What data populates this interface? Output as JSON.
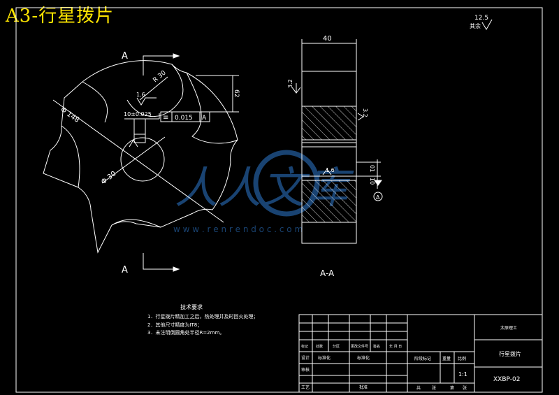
{
  "title": "A3-行星拨片",
  "colors": {
    "background": "#000000",
    "title": "#ffe600",
    "lines": "#ffffff",
    "watermark": "#1e4f86"
  },
  "watermark": {
    "text": "人人文库",
    "url": "w w w . r e n r e n d o c . c o m"
  },
  "views": {
    "section_mark_top": "A",
    "section_mark_bottom": "A",
    "section_view_label": "A-A"
  },
  "roughness": {
    "corner_value": "12.5",
    "corner_label": "其余",
    "front_view": "1.6",
    "section_top_left": "3.2",
    "section_right": "3.2",
    "section_bore": "1.6"
  },
  "dimensions": {
    "width": "40",
    "radius": "R 30",
    "slot_height": "62",
    "outer_dia": "Φ 148",
    "bore_dia": "Φ 30",
    "keyway_width": "10±0.025",
    "section_right_small": "01",
    "section_right_small2": "10"
  },
  "tolerance_frame": {
    "symbol": "≡",
    "value": "0.015",
    "datum": "A"
  },
  "datum_marker": "A",
  "tech_requirements": {
    "heading": "技术要求",
    "lines": [
      "1．行星拨片精加工之后，热处理并及时回火处理；",
      "2．其他尺寸精度为IT8；",
      "3．未注明倒圆角处半径R=2mm。"
    ]
  },
  "title_block": {
    "school": "太原理工",
    "part_name": "行星拨片",
    "drawing_no": "XXBP-02",
    "scale_label": "比例",
    "scale_value": "1:1",
    "weight_label": "重量",
    "stage_label": "阶段标记",
    "rev_headers": [
      "标记",
      "处数",
      "分区",
      "更改文件号",
      "签名",
      "年 月 日"
    ],
    "design_label": "设计",
    "standardize_label": "标准化",
    "standardize2_label": "标准化",
    "review_label": "审核",
    "process_label": "工艺",
    "approve_label": "批准",
    "total_label": "共",
    "sheet_label": "张",
    "page_label": "第",
    "sheet_label2": "张"
  }
}
